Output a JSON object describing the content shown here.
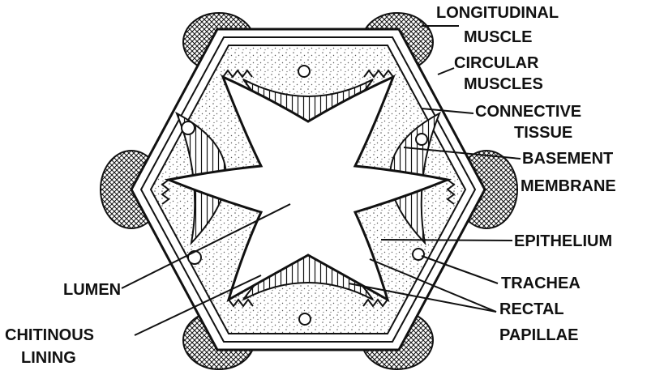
{
  "labels": {
    "longitudinal_muscle": [
      "LONGITUDINAL",
      "MUSCLE"
    ],
    "circular_muscles": [
      "CIRCULAR",
      "MUSCLES"
    ],
    "connective_tissue": [
      "CONNECTIVE",
      "TISSUE"
    ],
    "basement_membrane": [
      "BASEMENT",
      "MEMBRANE"
    ],
    "epithelium": "EPITHELIUM",
    "trachea": "TRACHEA",
    "rectal_papillae": [
      "RECTAL",
      "PAPILLAE"
    ],
    "lumen": "LUMEN",
    "chitinous_lining": [
      "CHITINOUS",
      "LINING"
    ]
  },
  "colors": {
    "ink": "#111111",
    "paper": "#ffffff",
    "stipple": "#555555"
  }
}
